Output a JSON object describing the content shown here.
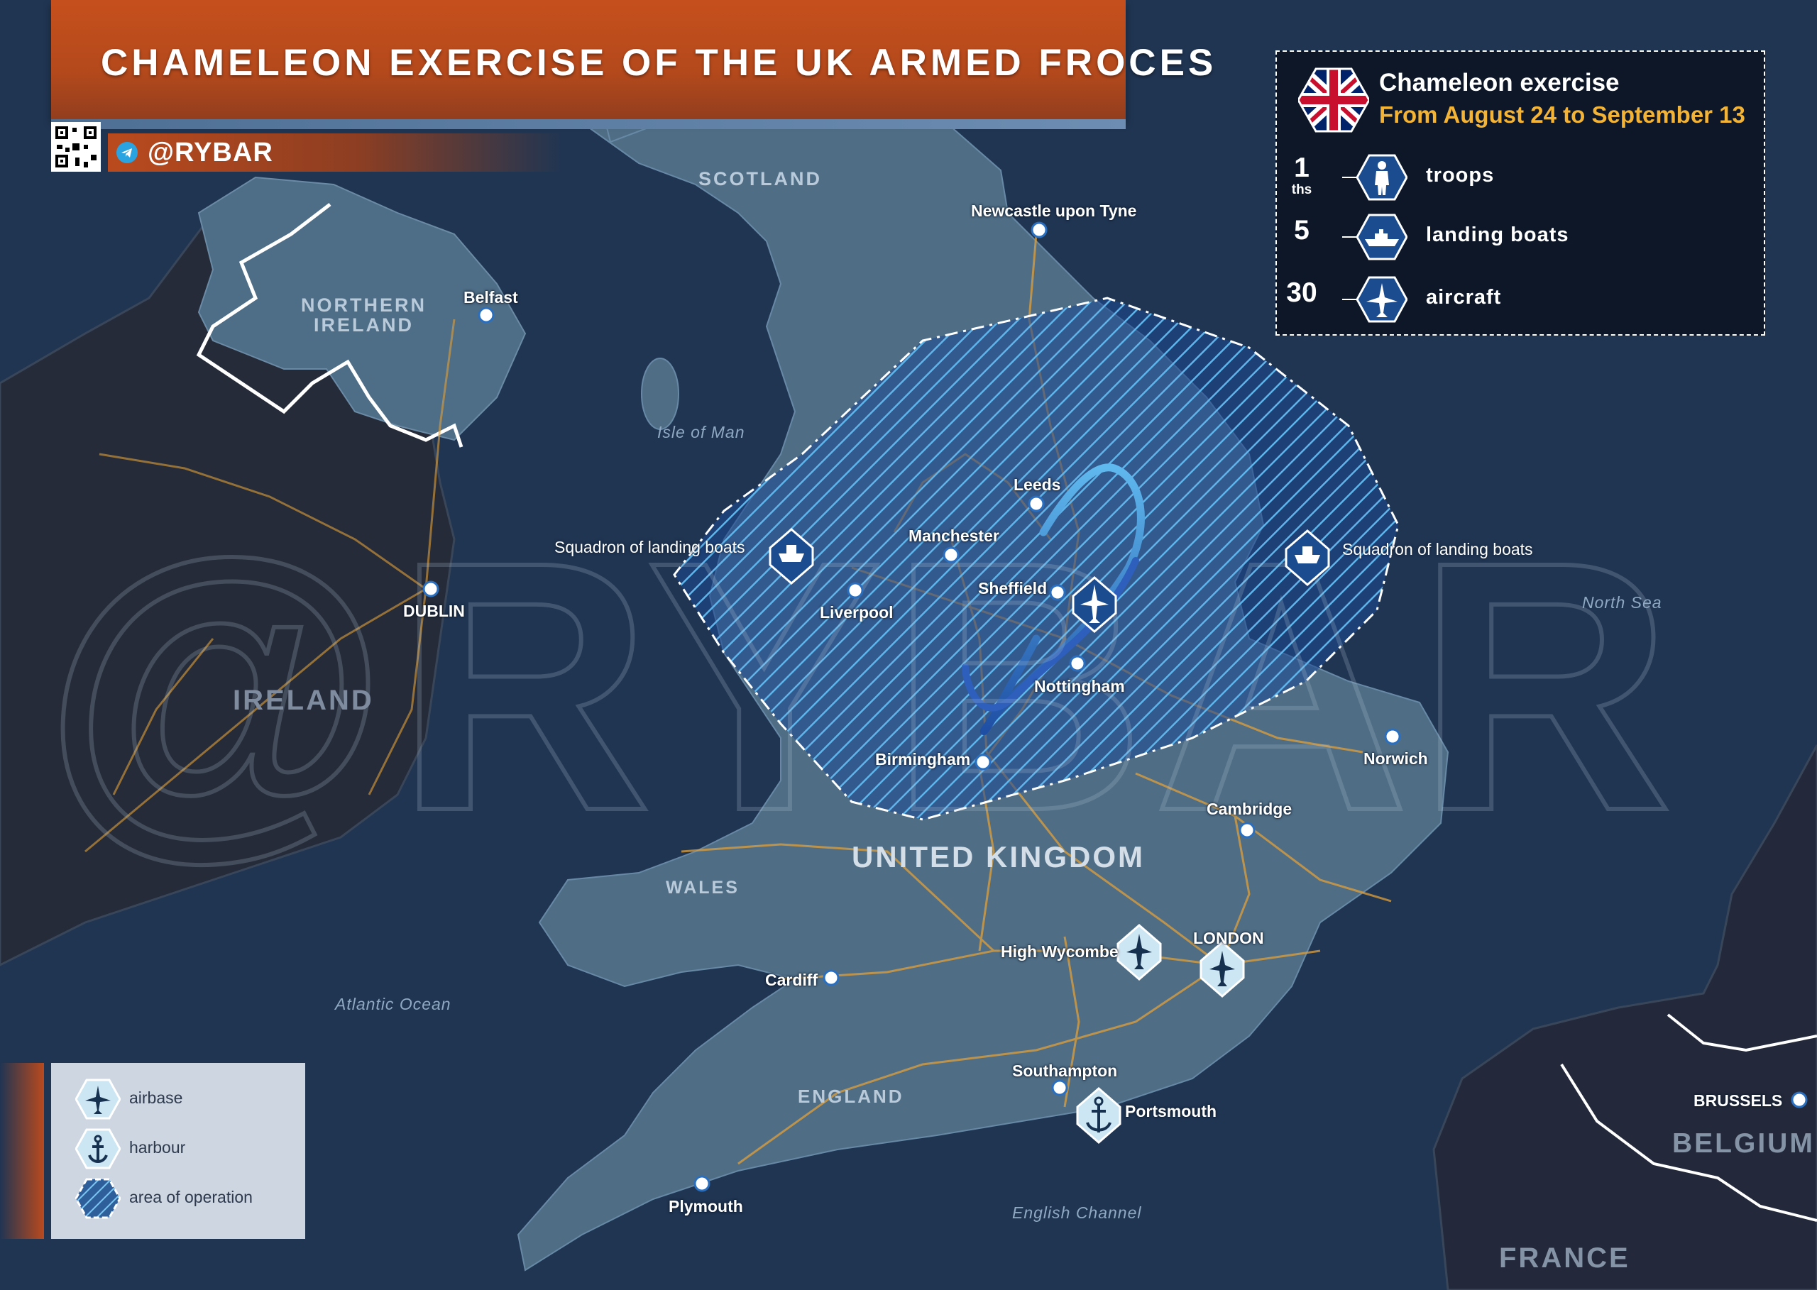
{
  "header": {
    "title": "CHAMELEON EXERCISE OF THE UK ARMED FROCES",
    "brand": "@RYBAR"
  },
  "info_panel": {
    "title": "Chameleon exercise",
    "dates": "From August 24 to September 13",
    "stats": [
      {
        "value": "1",
        "unit": "ths",
        "label": "troops",
        "icon": "soldier-icon"
      },
      {
        "value": "5",
        "unit": "",
        "label": "landing boats",
        "icon": "ship-icon"
      },
      {
        "value": "30",
        "unit": "",
        "label": "aircraft",
        "icon": "airplane-icon"
      }
    ]
  },
  "regions": {
    "scotland": "SCOTLAND",
    "northern_ireland": "NORTHERN\nIRELAND",
    "ireland": "IRELAND",
    "united_kingdom": "UNITED KINGDOM",
    "wales": "WALES",
    "england": "ENGLAND",
    "belgium": "BELGIUM",
    "france": "FRANCE"
  },
  "seas": {
    "isle_of_man": "Isle of Man",
    "north_sea": "North Sea",
    "atlantic": "Atlantic Ocean",
    "channel": "English Channel"
  },
  "cities": {
    "newcastle": "Newcastle upon Tyne",
    "belfast": "Belfast",
    "leeds": "Leeds",
    "manchester": "Manchester",
    "liverpool": "Liverpool",
    "sheffield": "Sheffield",
    "nottingham": "Nottingham",
    "birmingham": "Birmingham",
    "norwich": "Norwich",
    "cambridge": "Cambridge",
    "dublin": "DUBLIN",
    "high_wycombe": "High Wycombe",
    "london": "LONDON",
    "cardiff": "Cardiff",
    "southampton": "Southampton",
    "portsmouth": "Portsmouth",
    "plymouth": "Plymouth",
    "brussels": "BRUSSELS"
  },
  "annotations": {
    "squadron_west": "Squadron of landing boats",
    "squadron_east": "Squadron of landing boats"
  },
  "legend": {
    "items": [
      {
        "label": "airbase",
        "icon": "airplane-icon"
      },
      {
        "label": "harbour",
        "icon": "anchor-icon"
      },
      {
        "label": "area of operation",
        "icon": "hatch-icon"
      }
    ]
  },
  "watermark": "@RYBAR",
  "colors": {
    "sea": "#203552",
    "land": "#4f6e86",
    "ireland": "#252b38",
    "accent_orange": "#ba4a1d",
    "date_yellow": "#f2b336",
    "operation_blue": "#4aa3e0",
    "road": "#e0a03a"
  }
}
